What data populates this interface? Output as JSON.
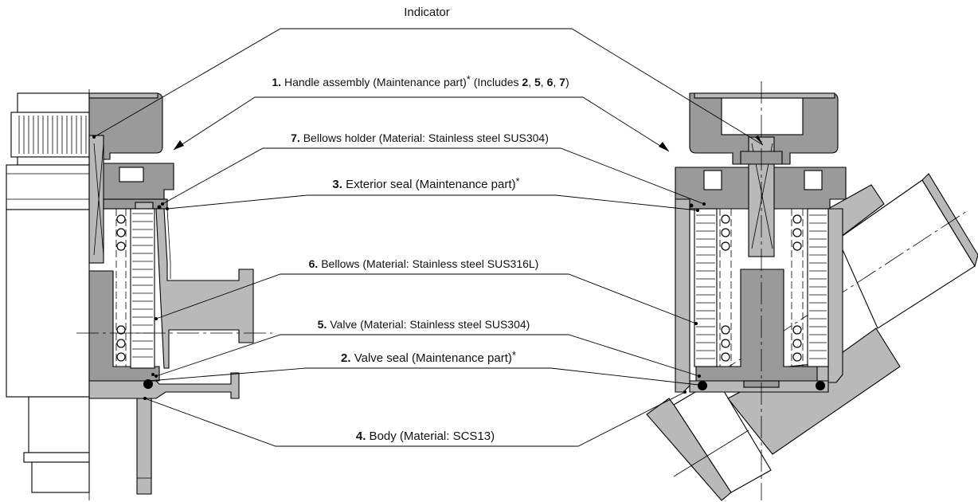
{
  "diagram": {
    "indicator_label": "Indicator",
    "labels": [
      {
        "num": "1.",
        "text": " Handle assembly (Maintenance part)",
        "star": "*",
        "extra": " (Includes ",
        "refs": [
          "2",
          "5",
          "6",
          "7"
        ],
        "close": ")"
      },
      {
        "num": "7.",
        "text": " Bellows holder (Material: Stainless steel SUS304)"
      },
      {
        "num": "3.",
        "text": " Exterior seal (Maintenance part)",
        "star": "*"
      },
      {
        "num": "6.",
        "text": " Bellows (Material: Stainless steel SUS316L)"
      },
      {
        "num": "5.",
        "text": " Valve (Material: Stainless steel SUS304)"
      },
      {
        "num": "2.",
        "text": " Valve seal (Maintenance part)",
        "star": "*"
      },
      {
        "num": "4.",
        "text": " Body (Material: SCS13)"
      }
    ]
  },
  "colors": {
    "metal": "#9a9a9a",
    "metal_light": "#b9b9b9",
    "line": "#000000",
    "background": "#ffffff"
  }
}
